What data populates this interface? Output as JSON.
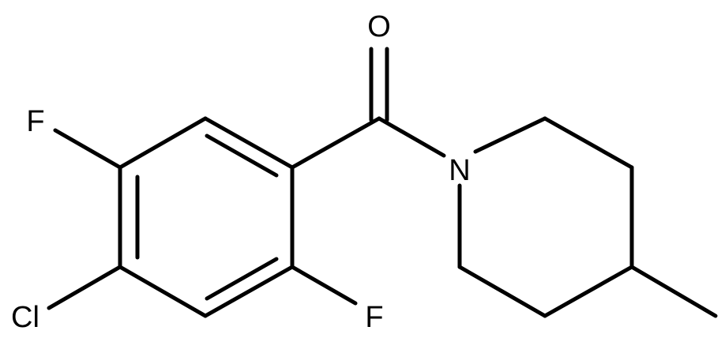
{
  "molecule": {
    "atoms": {
      "o_label": "O",
      "n_label": "N",
      "f_top_label": "F",
      "f_bottom_label": "F",
      "cl_label": "Cl"
    }
  }
}
